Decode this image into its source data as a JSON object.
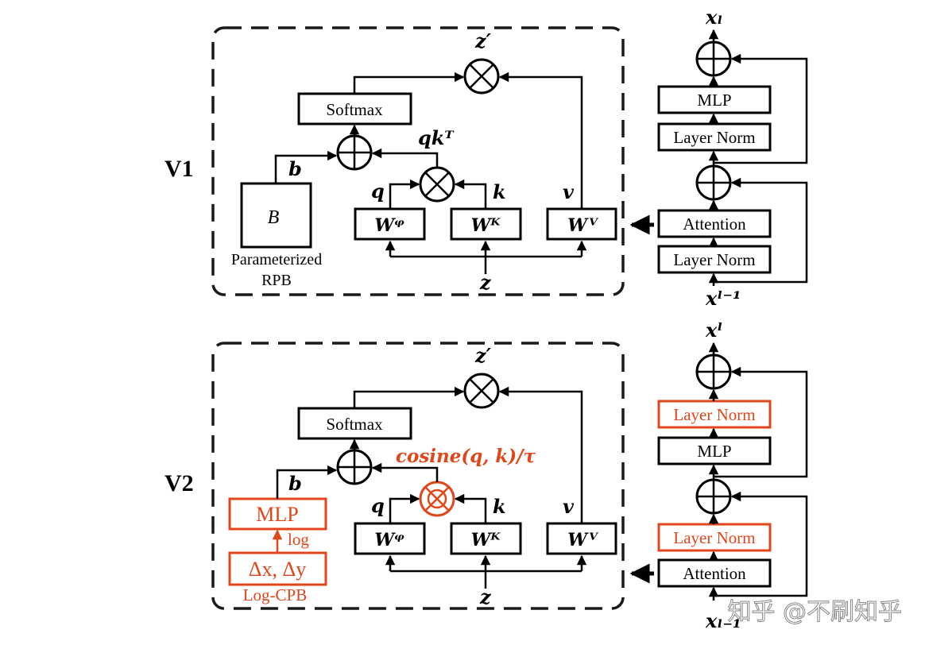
{
  "v1": {
    "row_label": "V1",
    "softmax": "Softmax",
    "bias_symbol": "b",
    "bias_box": "B",
    "rpb_line1": "Parameterized",
    "rpb_line2": "RPB",
    "qk": "qkᵀ",
    "q": "q",
    "k": "k",
    "v": "v",
    "wq": "Wᵠ",
    "wk": "Wᴷ",
    "wv": "Wⱽ",
    "z": "z",
    "z_prime": "z′",
    "block": {
      "out": "xₗ",
      "in": "xˡ⁻¹",
      "mlp": "MLP",
      "norm_top": "Layer Norm",
      "attention": "Attention",
      "norm_bottom": "Layer Norm"
    }
  },
  "v2": {
    "row_label": "V2",
    "softmax": "Softmax",
    "bias_symbol": "b",
    "mlp": "MLP",
    "log": "log",
    "delta": "Δx, Δy",
    "log_cpb": "Log-CPB",
    "cosine": "cosine(q, k)/τ",
    "q": "q",
    "k": "k",
    "v": "v",
    "wq": "Wᵠ",
    "wk": "Wᴷ",
    "wv": "Wⱽ",
    "z": "z",
    "z_prime": "z′",
    "block": {
      "out": "xˡ",
      "in": "xₗ₋₁",
      "norm_top": "Layer Norm",
      "mlp": "MLP",
      "norm_mid": "Layer Norm",
      "attention": "Attention"
    }
  },
  "watermark": "知乎 @不刷知乎",
  "colors": {
    "highlight": "#e0461a",
    "line": "#000000"
  }
}
